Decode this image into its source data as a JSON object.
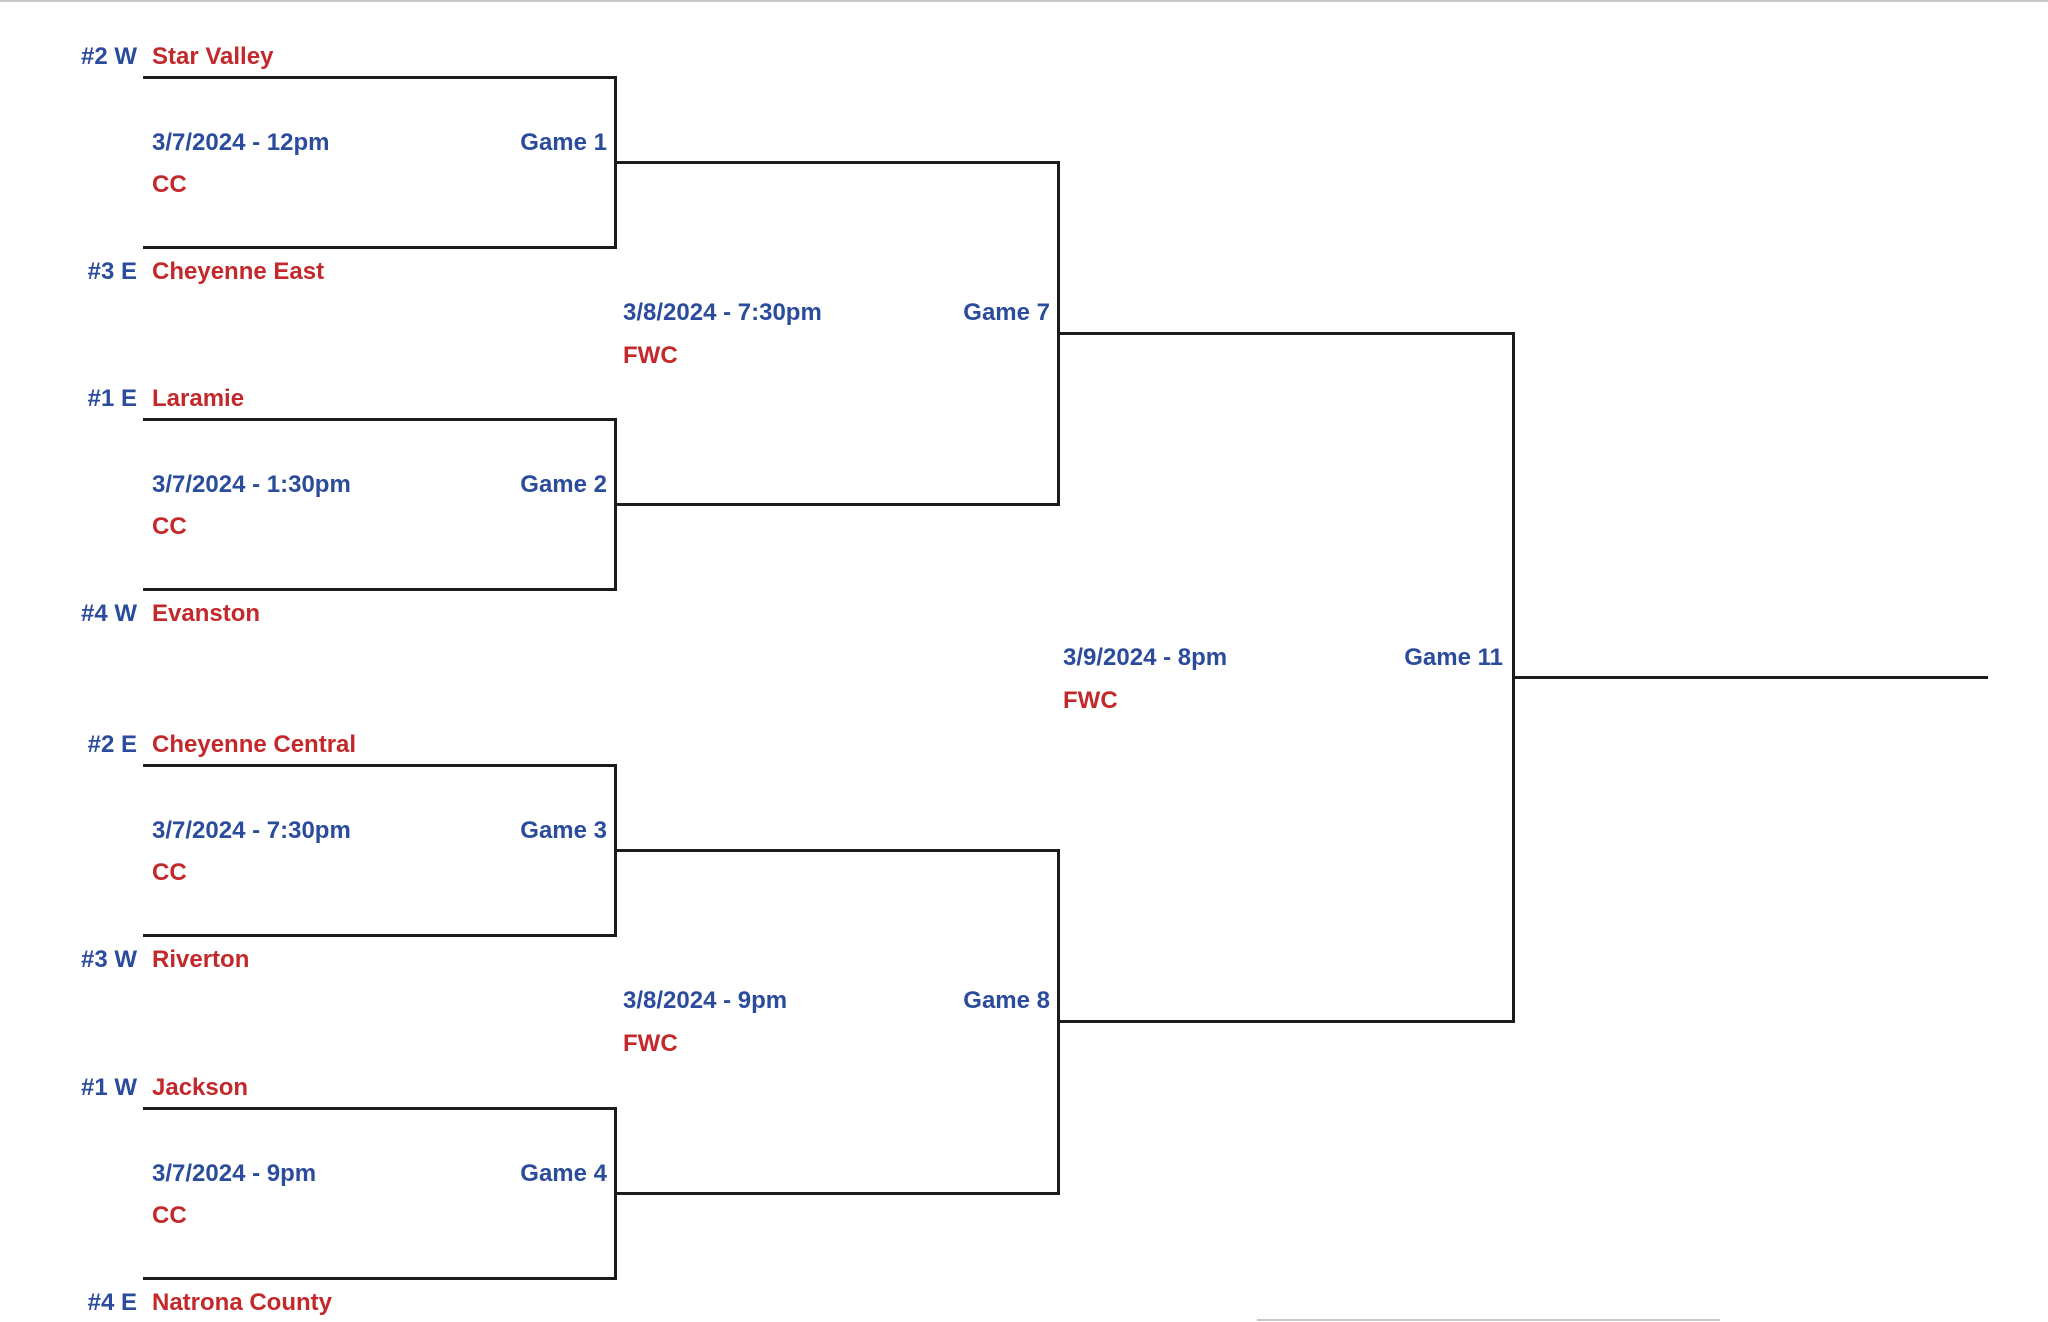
{
  "colors": {
    "blue": "#2B4C9C",
    "red": "#C3282B",
    "line": "#1b1b1b",
    "rule": "#c9c9c9"
  },
  "bracket": {
    "round1": [
      {
        "label": "Game 1",
        "top_seed": "#2 W",
        "top_team": "Star Valley",
        "datetime": "3/7/2024 - 12pm",
        "venue": "CC",
        "bottom_seed": "#3 E",
        "bottom_team": "Cheyenne East"
      },
      {
        "label": "Game 2",
        "top_seed": "#1 E",
        "top_team": "Laramie",
        "datetime": "3/7/2024 - 1:30pm",
        "venue": "CC",
        "bottom_seed": "#4 W",
        "bottom_team": "Evanston"
      },
      {
        "label": "Game 3",
        "top_seed": "#2 E",
        "top_team": "Cheyenne Central",
        "datetime": "3/7/2024 - 7:30pm",
        "venue": "CC",
        "bottom_seed": "#3 W",
        "bottom_team": "Riverton"
      },
      {
        "label": "Game 4",
        "top_seed": "#1 W",
        "top_team": "Jackson",
        "datetime": "3/7/2024 - 9pm",
        "venue": "CC",
        "bottom_seed": "#4 E",
        "bottom_team": "Natrona County"
      }
    ],
    "round2": [
      {
        "label": "Game 7",
        "datetime": "3/8/2024 - 7:30pm",
        "venue": "FWC"
      },
      {
        "label": "Game 8",
        "datetime": "3/8/2024 - 9pm",
        "venue": "FWC"
      }
    ],
    "round3": [
      {
        "label": "Game 11",
        "datetime": "3/9/2024 - 8pm",
        "venue": "FWC"
      }
    ]
  }
}
